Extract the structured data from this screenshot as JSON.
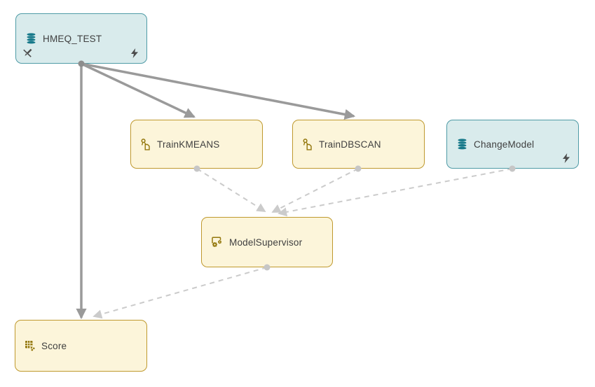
{
  "canvas": {
    "name": "flow-diagram-canvas",
    "background": "#ffffff"
  },
  "colors": {
    "table_node_fill": "#d9ebec",
    "table_node_border": "#4f9ba6",
    "program_node_fill": "#fcf5da",
    "program_node_border": "#bf992e",
    "solid_edge": "#9a9a9a",
    "dashed_edge": "#cbcbcb",
    "port_dark": "#8d8d8d",
    "port_light": "#c6c6c6",
    "teal_icon": "#17798a",
    "gold_icon": "#93770c",
    "badge_icon": "#4c4c4c",
    "label_text": "#3f3f3f"
  },
  "nodes": [
    {
      "id": "hmeq_test",
      "label": "HMEQ_TEST",
      "type": "table",
      "icon": "database-icon",
      "badges": [
        "disconnected-pen-icon",
        "bolt-icon"
      ]
    },
    {
      "id": "train_kmeans",
      "label": "TrainKMEANS",
      "type": "program",
      "icon": "program-flow-icon",
      "badges": []
    },
    {
      "id": "train_dbscan",
      "label": "TrainDBSCAN",
      "type": "program",
      "icon": "program-flow-icon",
      "badges": []
    },
    {
      "id": "change_model",
      "label": "ChangeModel",
      "type": "table",
      "icon": "database-icon",
      "badges": [
        "bolt-icon"
      ]
    },
    {
      "id": "model_supervisor",
      "label": "ModelSupervisor",
      "type": "program",
      "icon": "gears-icon",
      "badges": []
    },
    {
      "id": "score",
      "label": "Score",
      "type": "program",
      "icon": "score-table-icon",
      "badges": []
    }
  ],
  "edges": [
    {
      "from": "hmeq_test",
      "to": "train_kmeans",
      "style": "solid"
    },
    {
      "from": "hmeq_test",
      "to": "train_dbscan",
      "style": "solid"
    },
    {
      "from": "hmeq_test",
      "to": "score",
      "style": "solid"
    },
    {
      "from": "train_kmeans",
      "to": "model_supervisor",
      "style": "dashed"
    },
    {
      "from": "train_dbscan",
      "to": "model_supervisor",
      "style": "dashed"
    },
    {
      "from": "change_model",
      "to": "model_supervisor",
      "style": "dashed"
    },
    {
      "from": "model_supervisor",
      "to": "score",
      "style": "dashed"
    }
  ]
}
